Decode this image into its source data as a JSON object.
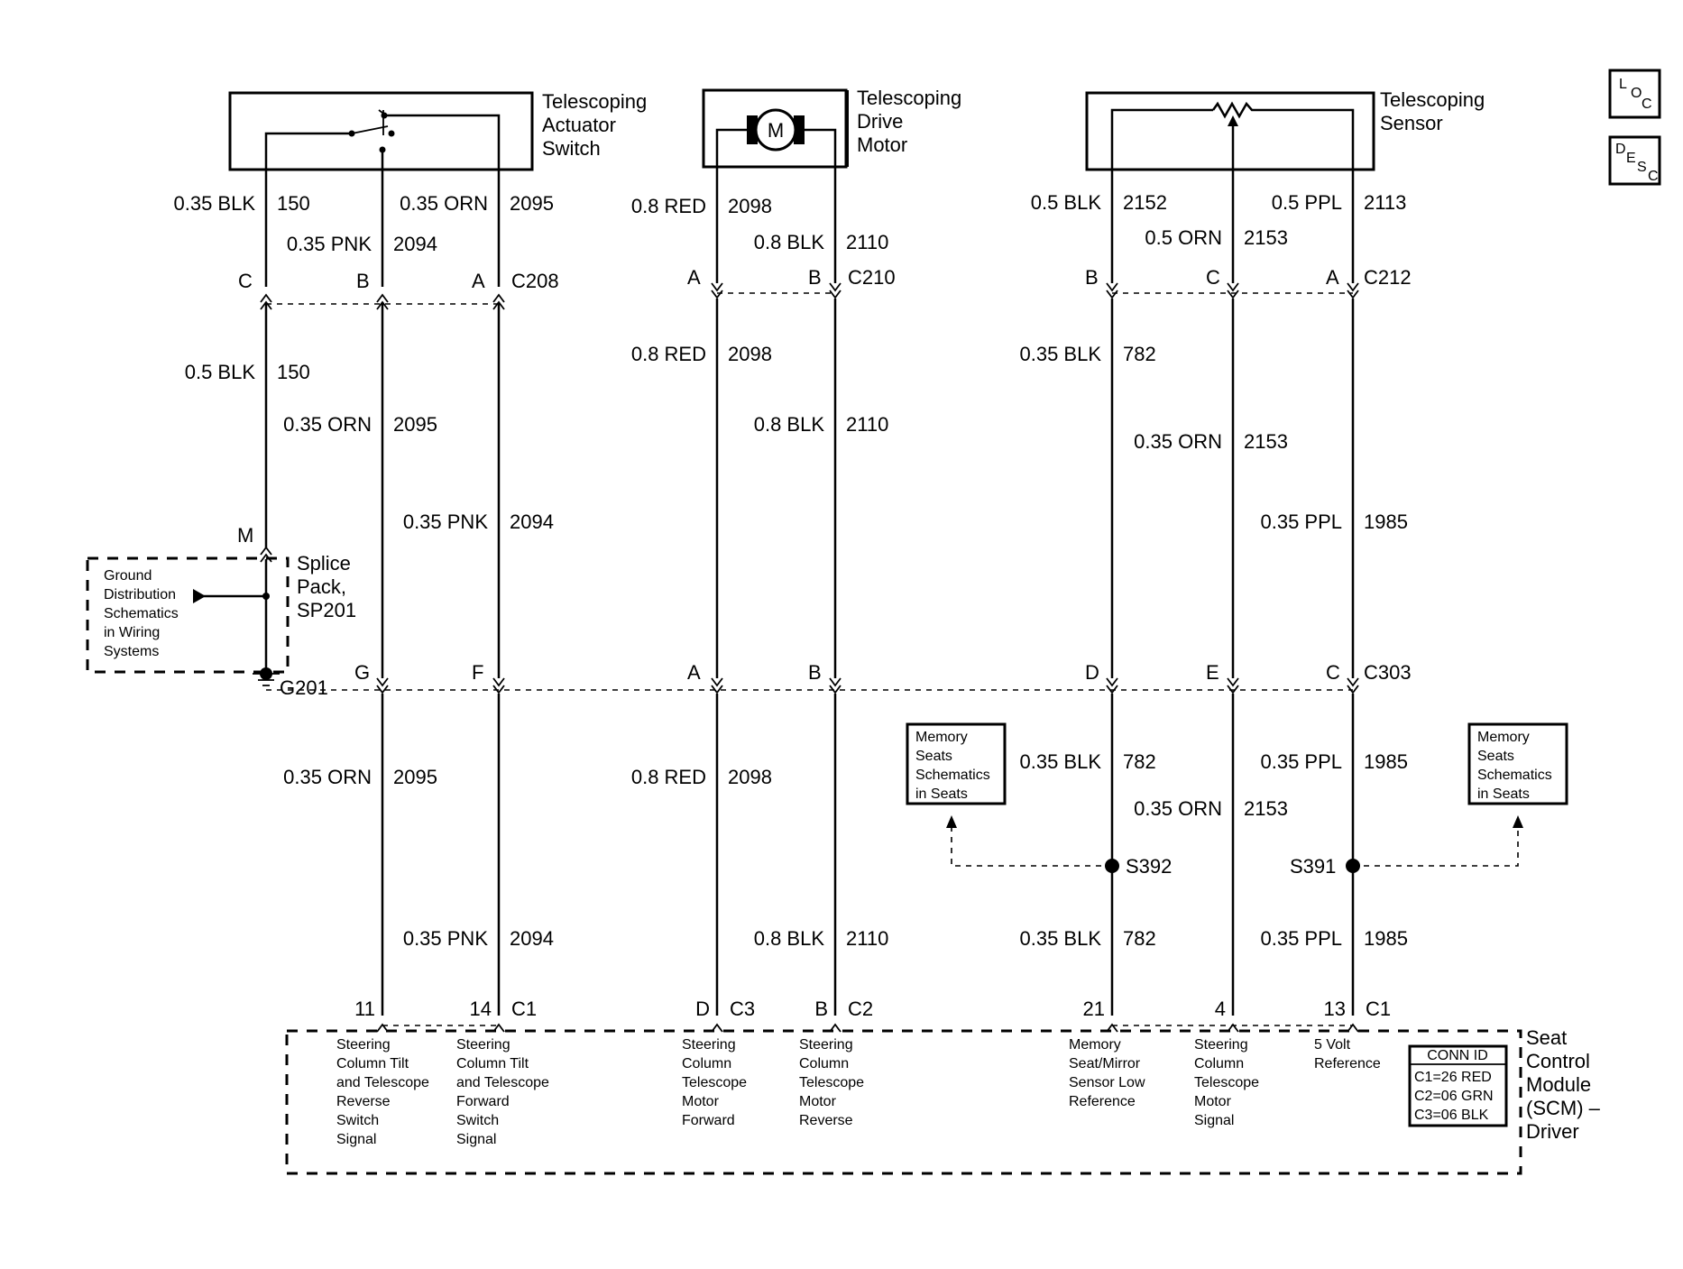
{
  "components": {
    "actuator_switch": "Telescoping\nActuator\nSwitch",
    "drive_motor": "Telescoping\nDrive\nMotor",
    "motor_symbol": "M",
    "sensor": "Telescoping\nSensor",
    "splice_pack": "Splice\nPack,\nSP201",
    "ground": "G201",
    "ground_note": "Ground\nDistribution\nSchematics\nin Wiring\nSystems",
    "scm": "Seat\nControl\nModule\n(SCM) –\nDriver",
    "memory_note_left": "Memory\nSeats\nSchematics\nin Seats",
    "memory_note_right": "Memory\nSeats\nSchematics\nin Seats"
  },
  "icons": {
    "loc": "LOC",
    "desc": "DESC"
  },
  "connectors": {
    "c208": "C208",
    "c210": "C210",
    "c212": "C212",
    "c303": "C303",
    "s392": "S392",
    "s391": "S391",
    "conn_id_title": "CONN ID",
    "conn_id_rows": [
      "C1=26 RED",
      "C2=06 GRN",
      "C3=06 BLK"
    ]
  },
  "pins": {
    "c208": [
      "C",
      "B",
      "A"
    ],
    "c210": [
      "A",
      "B"
    ],
    "c212": [
      "B",
      "C",
      "A"
    ],
    "c303": [
      "G",
      "F",
      "A",
      "B",
      "D",
      "E",
      "C"
    ],
    "splice_m": "M",
    "scm": [
      {
        "pin": "11",
        "conn": ""
      },
      {
        "pin": "14",
        "conn": "C1"
      },
      {
        "pin": "D",
        "conn": "C3"
      },
      {
        "pin": "B",
        "conn": "C2"
      },
      {
        "pin": "21",
        "conn": ""
      },
      {
        "pin": "4",
        "conn": ""
      },
      {
        "pin": "13",
        "conn": "C1"
      }
    ]
  },
  "wire_labels": [
    {
      "size": "0.35 BLK",
      "circuit": "150"
    },
    {
      "size": "0.35 ORN",
      "circuit": "2095"
    },
    {
      "size": "0.35 PNK",
      "circuit": "2094"
    },
    {
      "size": "0.8 RED",
      "circuit": "2098"
    },
    {
      "size": "0.8 BLK",
      "circuit": "2110"
    },
    {
      "size": "0.5 BLK",
      "circuit": "2152"
    },
    {
      "size": "0.5 PPL",
      "circuit": "2113"
    },
    {
      "size": "0.5 ORN",
      "circuit": "2153"
    },
    {
      "size": "0.5 BLK",
      "circuit": "150"
    },
    {
      "size": "0.35 ORN",
      "circuit": "2095"
    },
    {
      "size": "0.35 PNK",
      "circuit": "2094"
    },
    {
      "size": "0.8 RED",
      "circuit": "2098"
    },
    {
      "size": "0.8 BLK",
      "circuit": "2110"
    },
    {
      "size": "0.35 BLK",
      "circuit": "782"
    },
    {
      "size": "0.35 ORN",
      "circuit": "2153"
    },
    {
      "size": "0.35 PPL",
      "circuit": "1985"
    },
    {
      "size": "0.35 ORN",
      "circuit": "2095"
    },
    {
      "size": "0.8 RED",
      "circuit": "2098"
    },
    {
      "size": "0.35 BLK",
      "circuit": "782"
    },
    {
      "size": "0.35 PPL",
      "circuit": "1985"
    },
    {
      "size": "0.35 ORN",
      "circuit": "2153"
    },
    {
      "size": "0.35 PNK",
      "circuit": "2094"
    },
    {
      "size": "0.8 BLK",
      "circuit": "2110"
    },
    {
      "size": "0.35 BLK",
      "circuit": "782"
    },
    {
      "size": "0.35 PPL",
      "circuit": "1985"
    }
  ],
  "scm_functions": [
    "Steering\nColumn Tilt\nand Telescope\nReverse\nSwitch\nSignal",
    "Steering\nColumn Tilt\nand Telescope\nForward\nSwitch\nSignal",
    "Steering\nColumn\nTelescope\nMotor\nForward",
    "Steering\nColumn\nTelescope\nMotor\nReverse",
    "Memory\nSeat/Mirror\nSensor Low\nReference",
    "Steering\nColumn\nTelescope\nMotor\nSignal",
    "5 Volt\nReference"
  ]
}
